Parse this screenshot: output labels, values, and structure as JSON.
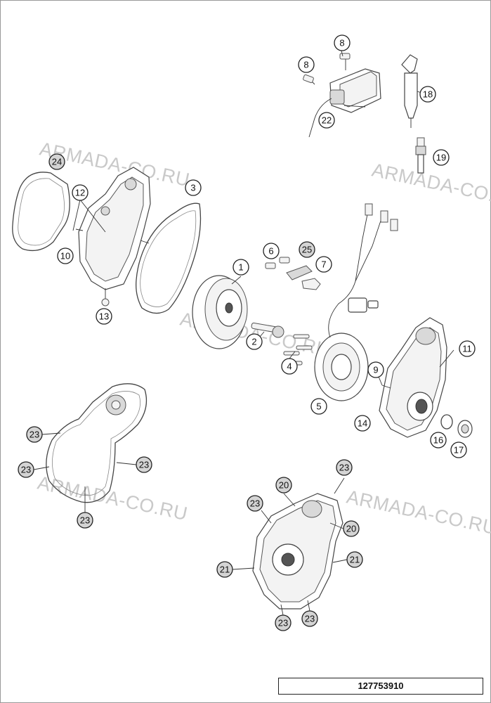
{
  "watermark": "ARMADA-CO.RU",
  "reference_number": "127753910",
  "callouts": [
    {
      "label": "1",
      "shaded": false
    },
    {
      "label": "2",
      "shaded": false
    },
    {
      "label": "3",
      "shaded": false
    },
    {
      "label": "4",
      "shaded": false
    },
    {
      "label": "5",
      "shaded": false
    },
    {
      "label": "6",
      "shaded": false
    },
    {
      "label": "7",
      "shaded": false
    },
    {
      "label": "8",
      "shaded": false
    },
    {
      "label": "8",
      "shaded": false
    },
    {
      "label": "9",
      "shaded": false
    },
    {
      "label": "10",
      "shaded": false
    },
    {
      "label": "11",
      "shaded": false
    },
    {
      "label": "12",
      "shaded": false
    },
    {
      "label": "13",
      "shaded": false
    },
    {
      "label": "14",
      "shaded": false
    },
    {
      "label": "16",
      "shaded": false
    },
    {
      "label": "17",
      "shaded": false
    },
    {
      "label": "18",
      "shaded": false
    },
    {
      "label": "19",
      "shaded": false
    },
    {
      "label": "20",
      "shaded": true
    },
    {
      "label": "20",
      "shaded": true
    },
    {
      "label": "21",
      "shaded": true
    },
    {
      "label": "21",
      "shaded": true
    },
    {
      "label": "22",
      "shaded": false
    },
    {
      "label": "23",
      "shaded": true
    },
    {
      "label": "23",
      "shaded": true
    },
    {
      "label": "23",
      "shaded": true
    },
    {
      "label": "23",
      "shaded": true
    },
    {
      "label": "23",
      "shaded": true
    },
    {
      "label": "23",
      "shaded": true
    },
    {
      "label": "23",
      "shaded": true
    },
    {
      "label": "23",
      "shaded": true
    },
    {
      "label": "24",
      "shaded": true
    },
    {
      "label": "25",
      "shaded": true
    }
  ]
}
